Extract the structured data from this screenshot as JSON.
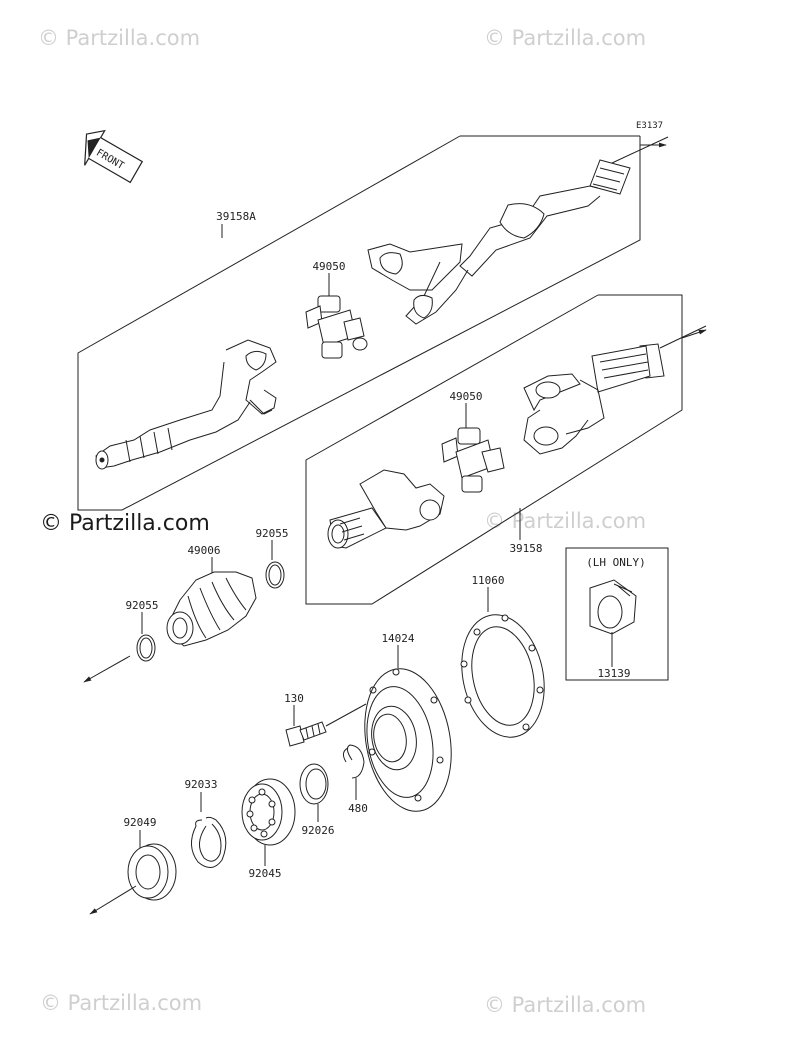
{
  "diagram_code": "E3137",
  "front_arrow_label": "FRONT",
  "lh_only_label": "(LH ONLY)",
  "watermarks": {
    "top_left": "© Partzilla.com",
    "top_right": "© Partzilla.com",
    "mid_left": "© Partzilla.com",
    "mid_right": "© Partzilla.com",
    "bottom_left": "© Partzilla.com",
    "bottom_right": "© Partzilla.com"
  },
  "parts": {
    "p39158A": "39158A",
    "p49050_upper": "49050",
    "p49050_lower": "49050",
    "p39158": "39158",
    "p92055_right": "92055",
    "p49006": "49006",
    "p92055_left": "92055",
    "p11060": "11060",
    "p14024": "14024",
    "p130": "130",
    "p13139": "13139",
    "p92033": "92033",
    "p92049": "92049",
    "p92045": "92045",
    "p92026": "92026",
    "p480": "480"
  }
}
